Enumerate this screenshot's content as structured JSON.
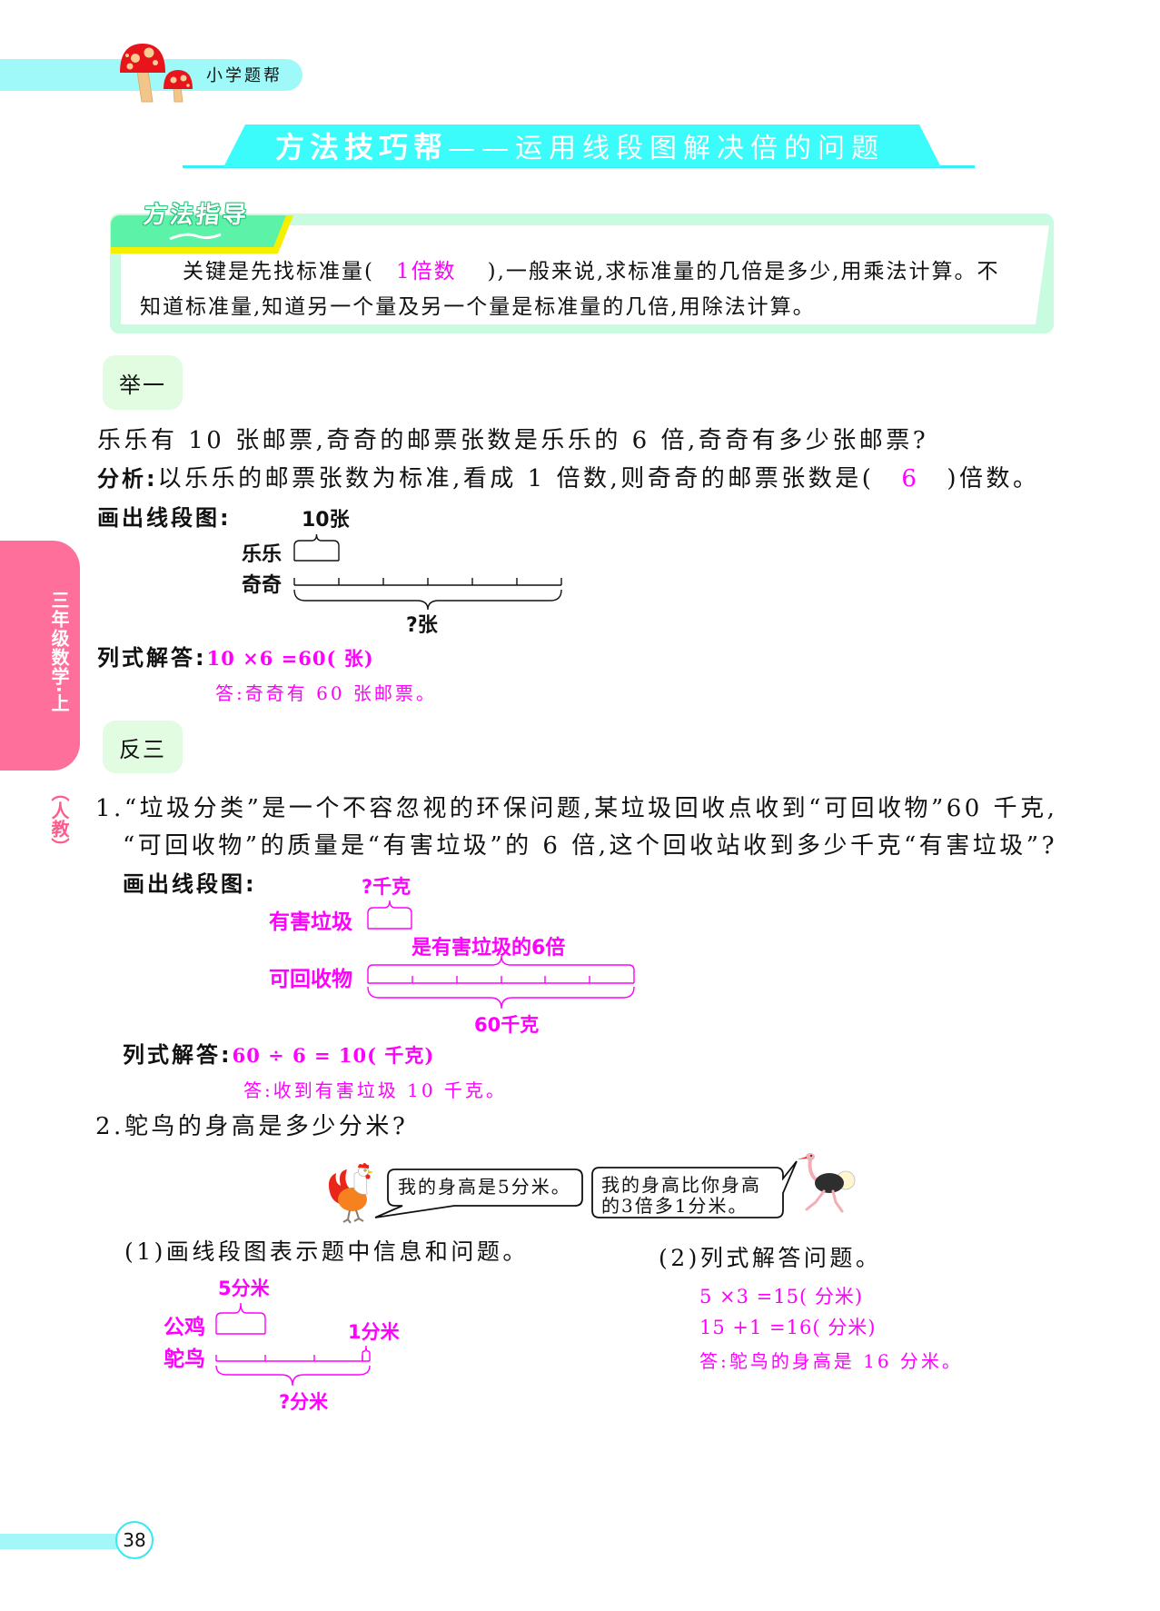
{
  "header": {
    "brand": "小学题帮"
  },
  "title": {
    "main": "方法技巧帮",
    "sub": "——运用线段图解决倍的问题"
  },
  "guide": {
    "tab_label": "方法指导",
    "line1_before": "关键是先找标准量(",
    "line1_blank": "1倍数",
    "line1_after": "),一般来说,求标准量的几倍是多少,用乘法计算。不",
    "line2": "知道标准量,知道另一个量及另一个量是标准量的几倍,用除法计算。"
  },
  "example": {
    "badge": "举一",
    "question": "乐乐有 10 张邮票,奇奇的邮票张数是乐乐的 6 倍,奇奇有多少张邮票?",
    "analysis_label": "分析:",
    "analysis_before": "以乐乐的邮票张数为标准,看成 1 倍数,则奇奇的邮票张数是(",
    "analysis_blank": "6",
    "analysis_after": ")倍数。",
    "draw_label": "画出线段图:",
    "diagram": {
      "top_value": "10张",
      "row1_label": "乐乐",
      "row2_label": "奇奇",
      "bottom_value": "?张",
      "row1_units": 1,
      "row2_units": 6
    },
    "solve_label": "列式解答:",
    "formula": "10 ×6 =60( 张)",
    "answer": "答:奇奇有 60 张邮票。"
  },
  "practice": {
    "badge": "反三",
    "q1": {
      "number": "1.",
      "line1": "“垃圾分类”是一个不容忽视的环保问题,某垃圾回收点收到“可回收物”60 千克,",
      "line2": "“可回收物”的质量是“有害垃圾”的 6 倍,这个回收站收到多少千克“有害垃圾”?",
      "draw_label": "画出线段图:",
      "diagram": {
        "top_value": "?千克",
        "row1_label": "有害垃圾",
        "middle_note": "是有害垃圾的6倍",
        "row2_label": "可回收物",
        "bottom_value": "60千克",
        "row1_units": 1,
        "row2_units": 6
      },
      "solve_label": "列式解答:",
      "formula": "60 ÷ 6 = 10( 千克)",
      "answer": "答:收到有害垃圾 10 千克。"
    },
    "q2": {
      "number": "2.",
      "question": "鸵鸟的身高是多少分米?",
      "rooster_says": "我的身高是5分米。",
      "ostrich_says_line1": "我的身高比你身高",
      "ostrich_says_line2": "的3倍多1分米。",
      "part1_label": "(1)画线段图表示题中信息和问题。",
      "diagram": {
        "top_value": "5分米",
        "row1_label": "公鸡",
        "row2_label": "鸵鸟",
        "extra_value": "1分米",
        "bottom_value": "?分米",
        "row1_units": 1,
        "row2_units": 3
      },
      "part2_label": "(2)列式解答问题。",
      "formula1": "5 ×3 =15( 分米)",
      "formula2": "15 +1 =16( 分米)",
      "answer": "答:鸵鸟的身高是 16 分米。"
    }
  },
  "side_tab": {
    "grade": "三年级数学·上",
    "edition": "（人教）"
  },
  "page_number": "38",
  "illustrations": [
    "mushroom-icon",
    "rooster-illustration",
    "ostrich-illustration"
  ],
  "colors": {
    "answer_magenta": "#FF00FF",
    "header_cyan": "#A0F9F9",
    "title_cyan": "#3CFBFB",
    "guide_mint": "#C8FBE0",
    "guide_tab_green": "#5CF2A8",
    "guide_tab_yellow": "#F4F000",
    "badge_green": "#E2FCE2",
    "side_tab_pink": "#FF6F9C"
  }
}
